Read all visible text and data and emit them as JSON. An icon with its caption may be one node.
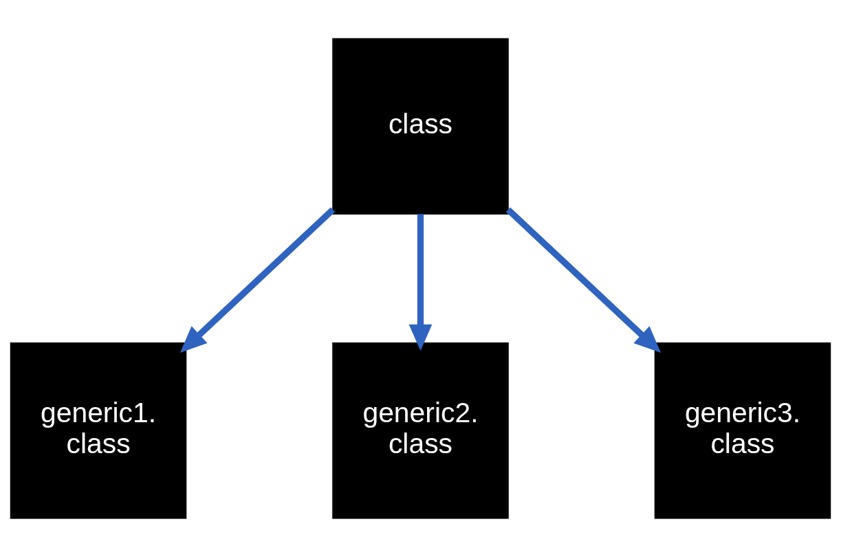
{
  "diagram": {
    "nodes": [
      {
        "text": [
          "class"
        ]
      },
      {
        "text": [
          "generic1. class"
        ]
      },
      {
        "text": [
          "generic2. class"
        ]
      },
      {
        "text": [
          "generic3. class"
        ]
      }
    ],
    "edges": [
      {
        "from": 0,
        "to": 1,
        "arrow": "to"
      },
      {
        "from": 0,
        "to": 2,
        "arrow": "to"
      },
      {
        "from": 0,
        "to": 3,
        "arrow": "to"
      }
    ]
  }
}
